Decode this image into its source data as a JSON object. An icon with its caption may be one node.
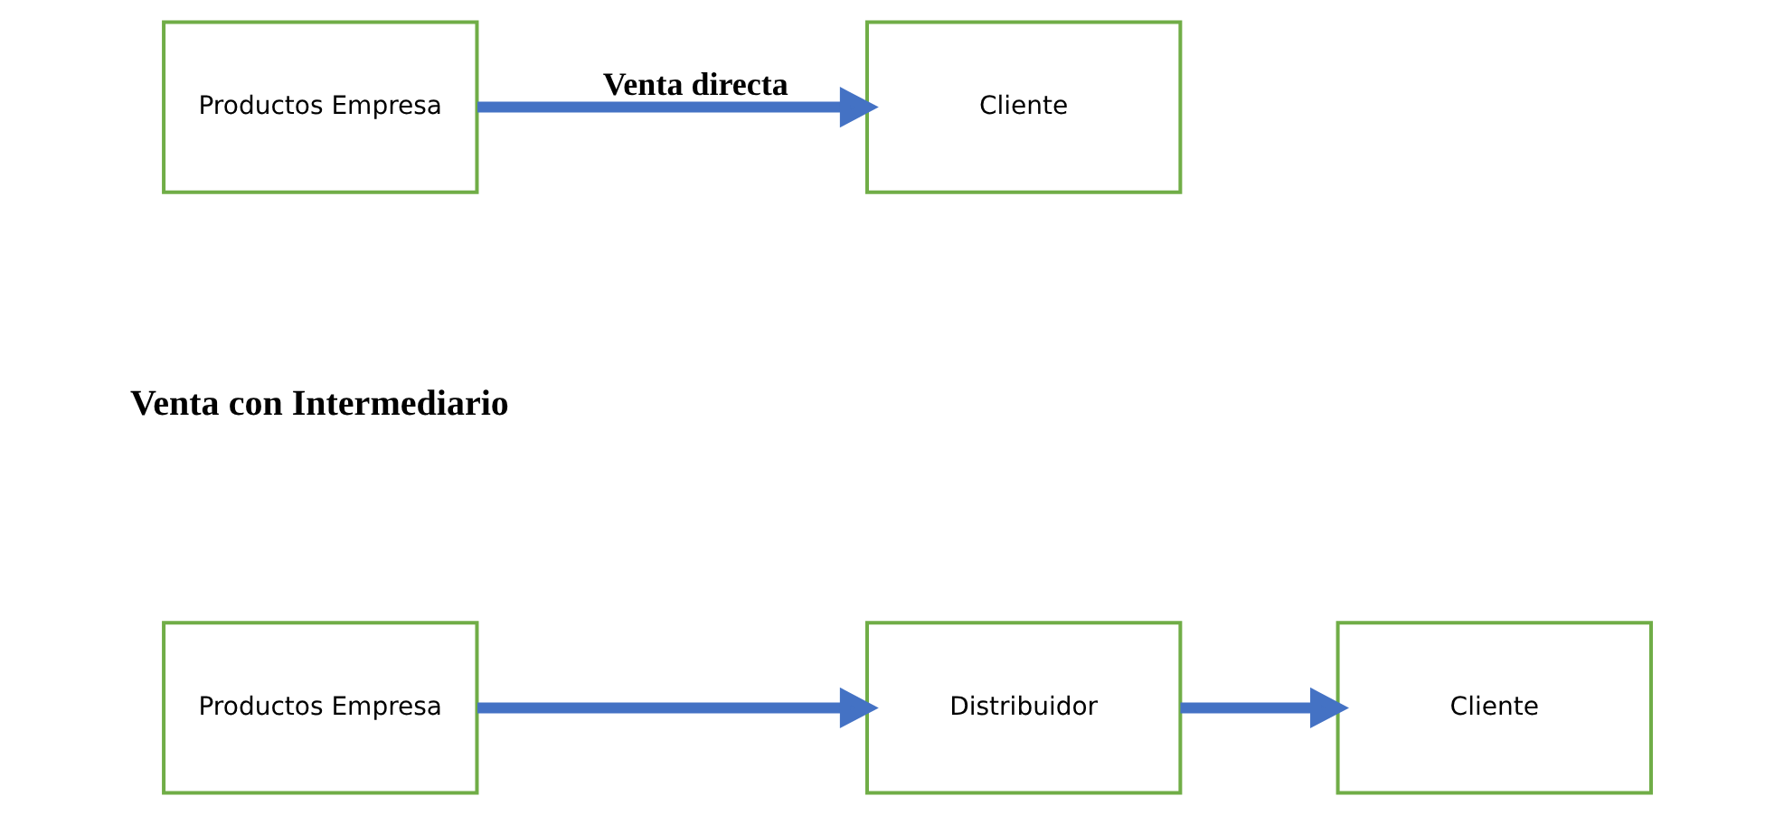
{
  "diagram": {
    "nodes": [
      {
        "text": [
          "Productos Empresa"
        ]
      },
      {
        "text": [
          "Cliente"
        ]
      },
      {
        "text": [
          "Productos Empresa"
        ]
      },
      {
        "text": [
          "Distribuidor"
        ]
      },
      {
        "text": [
          "Cliente"
        ]
      }
    ],
    "edges": [
      {
        "from": 0,
        "to": 1,
        "arrow": "to",
        "label": "Venta directa"
      },
      {
        "from": 2,
        "to": 3,
        "arrow": "to"
      },
      {
        "from": 3,
        "to": 4,
        "arrow": "to"
      }
    ],
    "labels": [
      "Venta con Intermediario"
    ]
  }
}
